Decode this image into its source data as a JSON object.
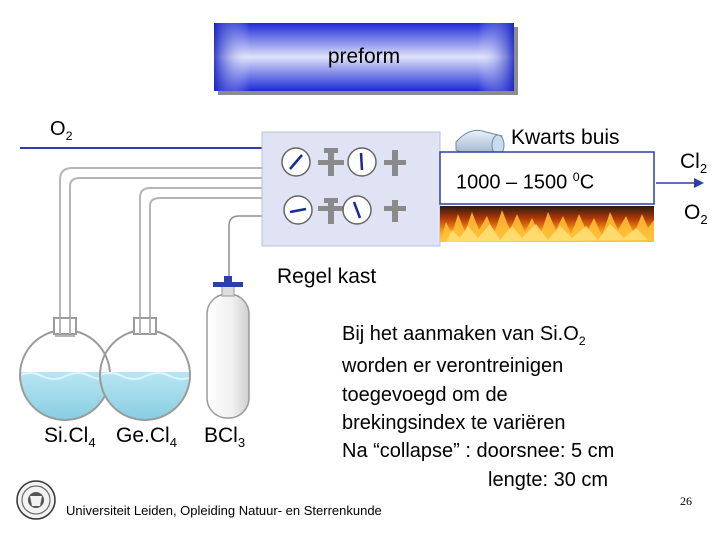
{
  "preform": {
    "label": "preform"
  },
  "gas_inlet": {
    "label": "O",
    "sub": "2"
  },
  "tube": {
    "label": "Kwarts buis"
  },
  "temperature": {
    "text": "1000 – 1500 ",
    "sup": "0",
    "unit": "C"
  },
  "outputs": {
    "cl2": {
      "label": "Cl",
      "sub": "2"
    },
    "o2": {
      "label": "O",
      "sub": "2"
    }
  },
  "control_box": {
    "label": "Regel kast"
  },
  "flasks": [
    {
      "label": "Si.Cl",
      "sub": "4"
    },
    {
      "label": "Ge.Cl",
      "sub": "4"
    }
  ],
  "cylinder": {
    "label": "BCl",
    "sub": "3"
  },
  "description": {
    "line1": "Bij het aanmaken van Si.O",
    "line1_sub": "2",
    "line2": "worden er verontreinigen",
    "line3": "toegevoegd om de",
    "line4": "brekingsindex te variëren",
    "line5": "Na “collapse” : doorsnee: 5 cm",
    "line6": "lengte:  30 cm"
  },
  "footer": {
    "institution": "Universiteit Leiden, Opleiding Natuur- en Sterrenkunde",
    "page_number": "26",
    "logo_icon": "university-seal-icon"
  },
  "colors": {
    "preform_blue": "#3a47e0",
    "line_blue": "#2b3fa8",
    "liquid": "#8fd3e6",
    "flame": "#ff7a10",
    "control_box": "#dfe3f3"
  }
}
